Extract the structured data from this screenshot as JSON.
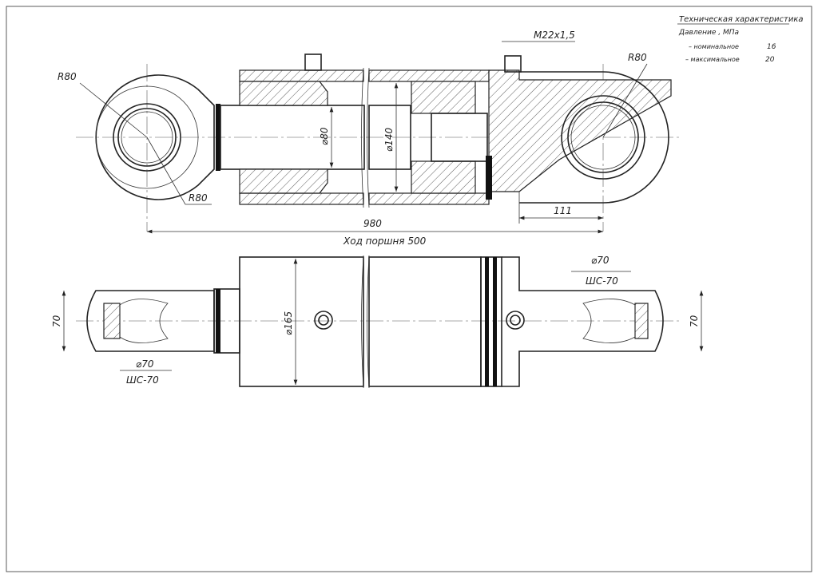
{
  "specs": {
    "title": "Техническая характеристика",
    "pressure_label": "Давление , МПа",
    "rows": [
      {
        "label": "– номинальное",
        "value": "16"
      },
      {
        "label": "– максимальное",
        "value": "20"
      }
    ]
  },
  "top_view": {
    "thread": "M22x1,5",
    "radius_left_outer": "R80",
    "radius_left_inner": "R80",
    "radius_right": "R80",
    "rod_diameter": "⌀80",
    "bore_diameter": "⌀140",
    "overall_length": "980",
    "head_length": "111",
    "stroke": "Ход поршня 500"
  },
  "bottom_view": {
    "tube_diameter": "⌀165",
    "left_bearing_diameter": "⌀70",
    "left_bearing": "ШС-70",
    "right_bearing_diameter": "⌀70",
    "right_bearing": "ШС-70",
    "left_width": "70",
    "right_width": "70"
  }
}
